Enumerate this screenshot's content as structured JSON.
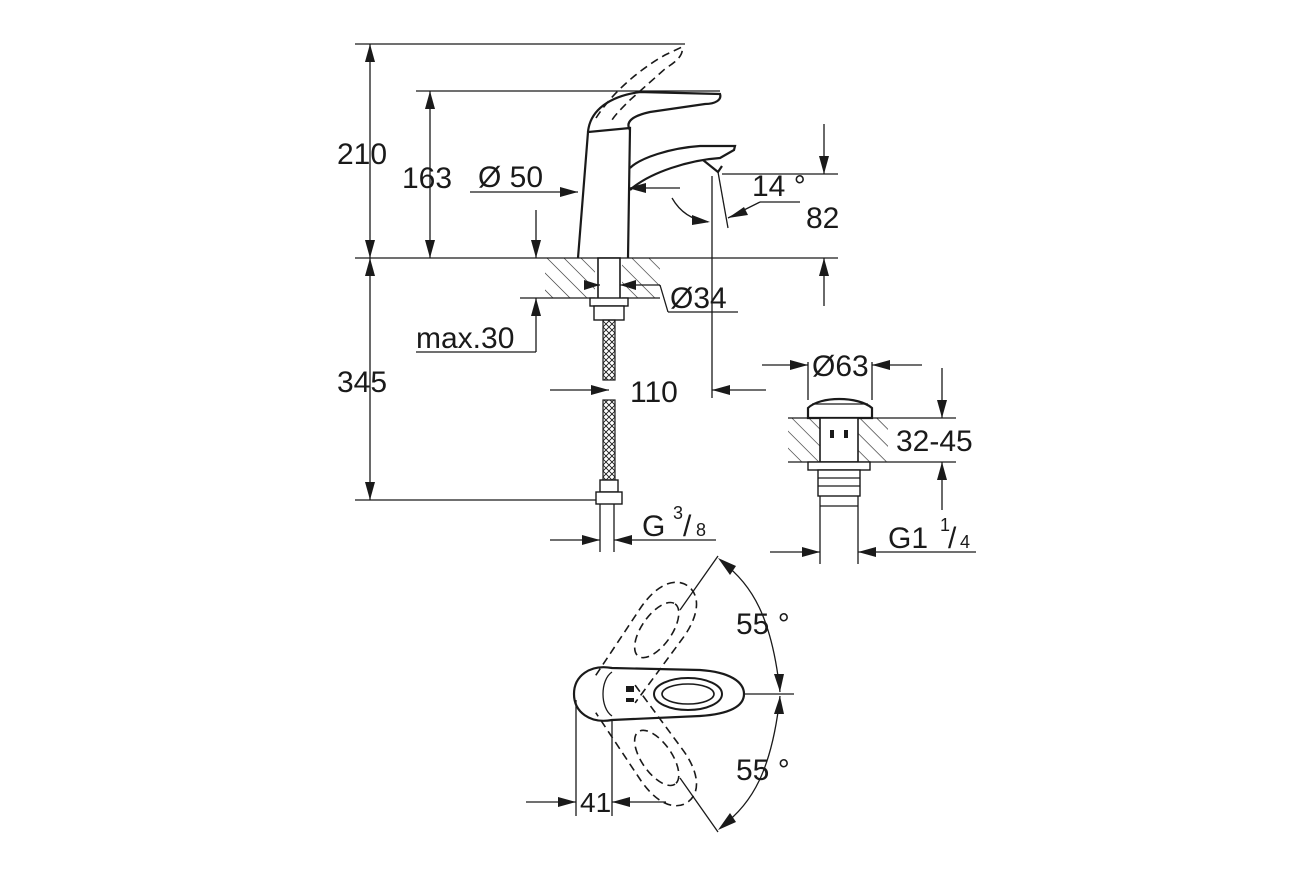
{
  "dimensions": {
    "height_total": "210",
    "height_spout": "163",
    "diameter_base": "Ø 50",
    "spout_angle": "14 °",
    "spout_height": "82",
    "diameter_hole": "Ø34",
    "max_thickness": "max.30",
    "below_deck": "345",
    "reach": "110",
    "diameter_waste": "Ø63",
    "waste_range": "32-45",
    "connection_base": "G",
    "connection_num": "3",
    "connection_den": "8",
    "waste_thread_base": "G1",
    "waste_thread_num": "1",
    "waste_thread_den": "4",
    "lever_angle_top": "55 °",
    "lever_angle_bottom": "55 °",
    "lever_width": "41"
  }
}
